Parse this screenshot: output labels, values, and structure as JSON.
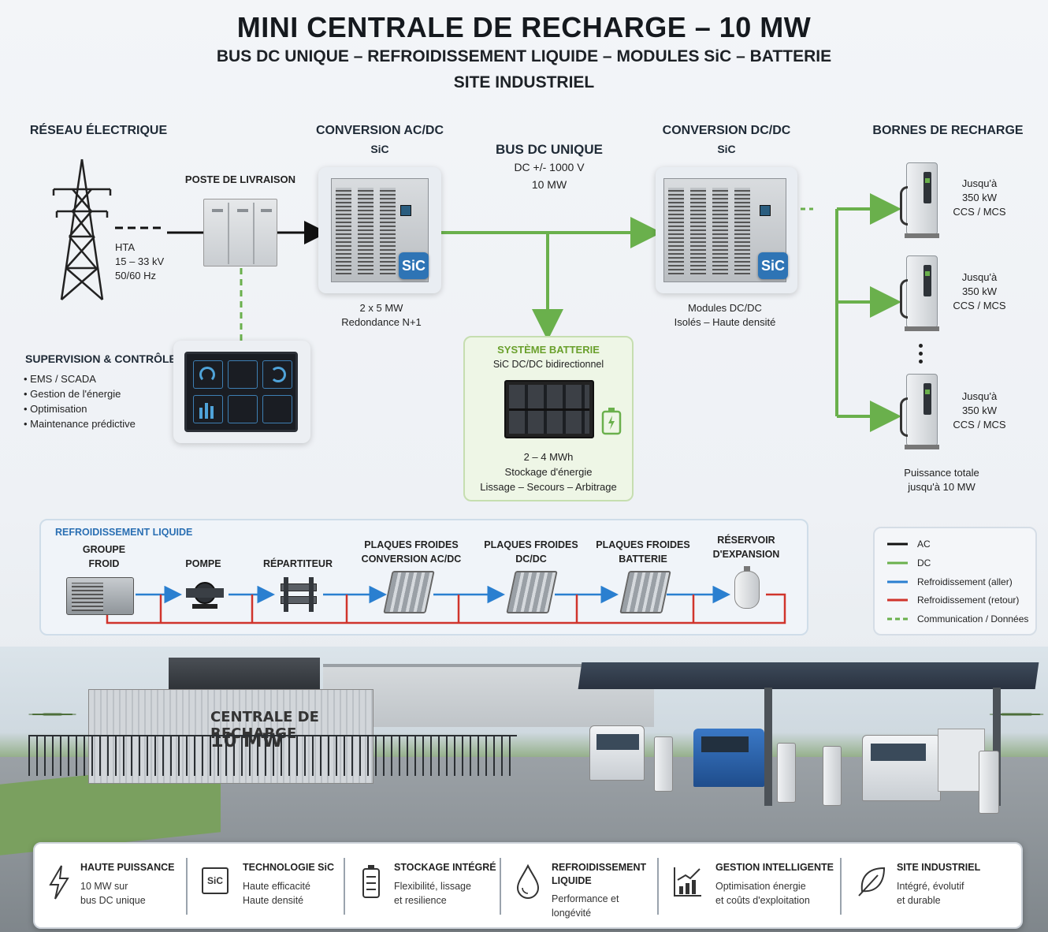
{
  "header": {
    "title": "MINI CENTRALE DE RECHARGE – 10 MW",
    "subtitle": "BUS DC UNIQUE – REFROIDISSEMENT LIQUIDE – MODULES SiC – BATTERIE",
    "subtitle2": "SITE INDUSTRIEL"
  },
  "grid": {
    "heading": "RÉSEAU ÉLECTRIQUE",
    "hta": "HTA",
    "voltage": "15 – 33 kV",
    "freq": "50/60 Hz"
  },
  "substation": {
    "label": "POSTE DE LIVRAISON"
  },
  "acdc": {
    "heading": "CONVERSION AC/DC",
    "sub": "SiC",
    "badge": "SiC",
    "cap1": "2 x 5 MW",
    "cap2": "Redondance N+1"
  },
  "bus": {
    "heading": "BUS DC UNIQUE",
    "line1": "DC +/- 1000 V",
    "line2": "10 MW"
  },
  "dcdc": {
    "heading": "CONVERSION DC/DC",
    "sub": "SiC",
    "badge": "SiC",
    "cap1": "Modules DC/DC",
    "cap2": "Isolés – Haute densité"
  },
  "chargers": {
    "heading": "BORNES DE RECHARGE",
    "items": [
      {
        "l1": "Jusqu'à",
        "l2": "350 kW",
        "l3": "CCS / MCS"
      },
      {
        "l1": "Jusqu'à",
        "l2": "350 kW",
        "l3": "CCS / MCS"
      },
      {
        "l1": "Jusqu'à",
        "l2": "350 kW",
        "l3": "CCS / MCS"
      }
    ],
    "total1": "Puissance totale",
    "total2": "jusqu'à 10 MW"
  },
  "supervision": {
    "heading": "SUPERVISION & CONTRÔLE",
    "items": [
      "EMS / SCADA",
      "Gestion de l'énergie",
      "Optimisation",
      "Maintenance prédictive"
    ]
  },
  "battery": {
    "heading": "SYSTÈME BATTERIE",
    "sub": "SiC DC/DC bidirectionnel",
    "cap1": "2 – 4 MWh",
    "cap2": "Stockage d'énergie",
    "cap3": "Lissage – Secours – Arbitrage"
  },
  "cooling": {
    "heading": "REFROIDISSEMENT LIQUIDE",
    "items": [
      {
        "l1": "GROUPE",
        "l2": "FROID"
      },
      {
        "l1": "POMPE",
        "l2": ""
      },
      {
        "l1": "RÉPARTITEUR",
        "l2": ""
      },
      {
        "l1": "PLAQUES FROIDES",
        "l2": "CONVERSION AC/DC"
      },
      {
        "l1": "PLAQUES FROIDES",
        "l2": "DC/DC"
      },
      {
        "l1": "PLAQUES FROIDES",
        "l2": "BATTERIE"
      },
      {
        "l1": "RÉSERVOIR",
        "l2": "D'EXPANSION"
      }
    ]
  },
  "legend": {
    "items": [
      {
        "label": "AC",
        "color": "#111111",
        "dash": false
      },
      {
        "label": "DC",
        "color": "#6ab04c",
        "dash": false
      },
      {
        "label": "Refroidissement (aller)",
        "color": "#2a7fd0",
        "dash": false
      },
      {
        "label": "Refroidissement (retour)",
        "color": "#d0342c",
        "dash": false
      },
      {
        "label": "Communication / Données",
        "color": "#6ab04c",
        "dash": true
      }
    ]
  },
  "site": {
    "sign1": "CENTRALE DE RECHARGE",
    "sign2": "10 MW"
  },
  "features": [
    {
      "icon": "lightning-icon",
      "h": "HAUTE PUISSANCE",
      "t1": "10 MW sur",
      "t2": "bus DC unique",
      "t3": ""
    },
    {
      "icon": "sic-chip-icon",
      "h": "TECHNOLOGIE SiC",
      "t1": "Haute efficacité",
      "t2": "Haute densité",
      "t3": ""
    },
    {
      "icon": "battery-icon",
      "h": "STOCKAGE INTÉGRÉ",
      "t1": "Flexibilité, lissage",
      "t2": "et resilience",
      "t3": ""
    },
    {
      "icon": "water-drop-icon",
      "h": "REFROIDISSEMENT",
      "h2": "LIQUIDE",
      "t1": "Performance et",
      "t2": "longévité",
      "t3": ""
    },
    {
      "icon": "chart-icon",
      "h": "GESTION INTELLIGENTE",
      "t1": "Optimisation énergie",
      "t2": "et coûts d'exploitation",
      "t3": ""
    },
    {
      "icon": "leaf-icon",
      "h": "SITE INDUSTRIEL",
      "t1": "Intégré, évolutif",
      "t2": "et durable",
      "t3": ""
    }
  ],
  "colors": {
    "dc": "#6ab04c",
    "ac": "#111111",
    "cool_supply": "#2a7fd0",
    "cool_return": "#d0342c",
    "sic": "#2e74b5",
    "battery_heading": "#6aa02c"
  },
  "sic_chip_text": "SiC"
}
